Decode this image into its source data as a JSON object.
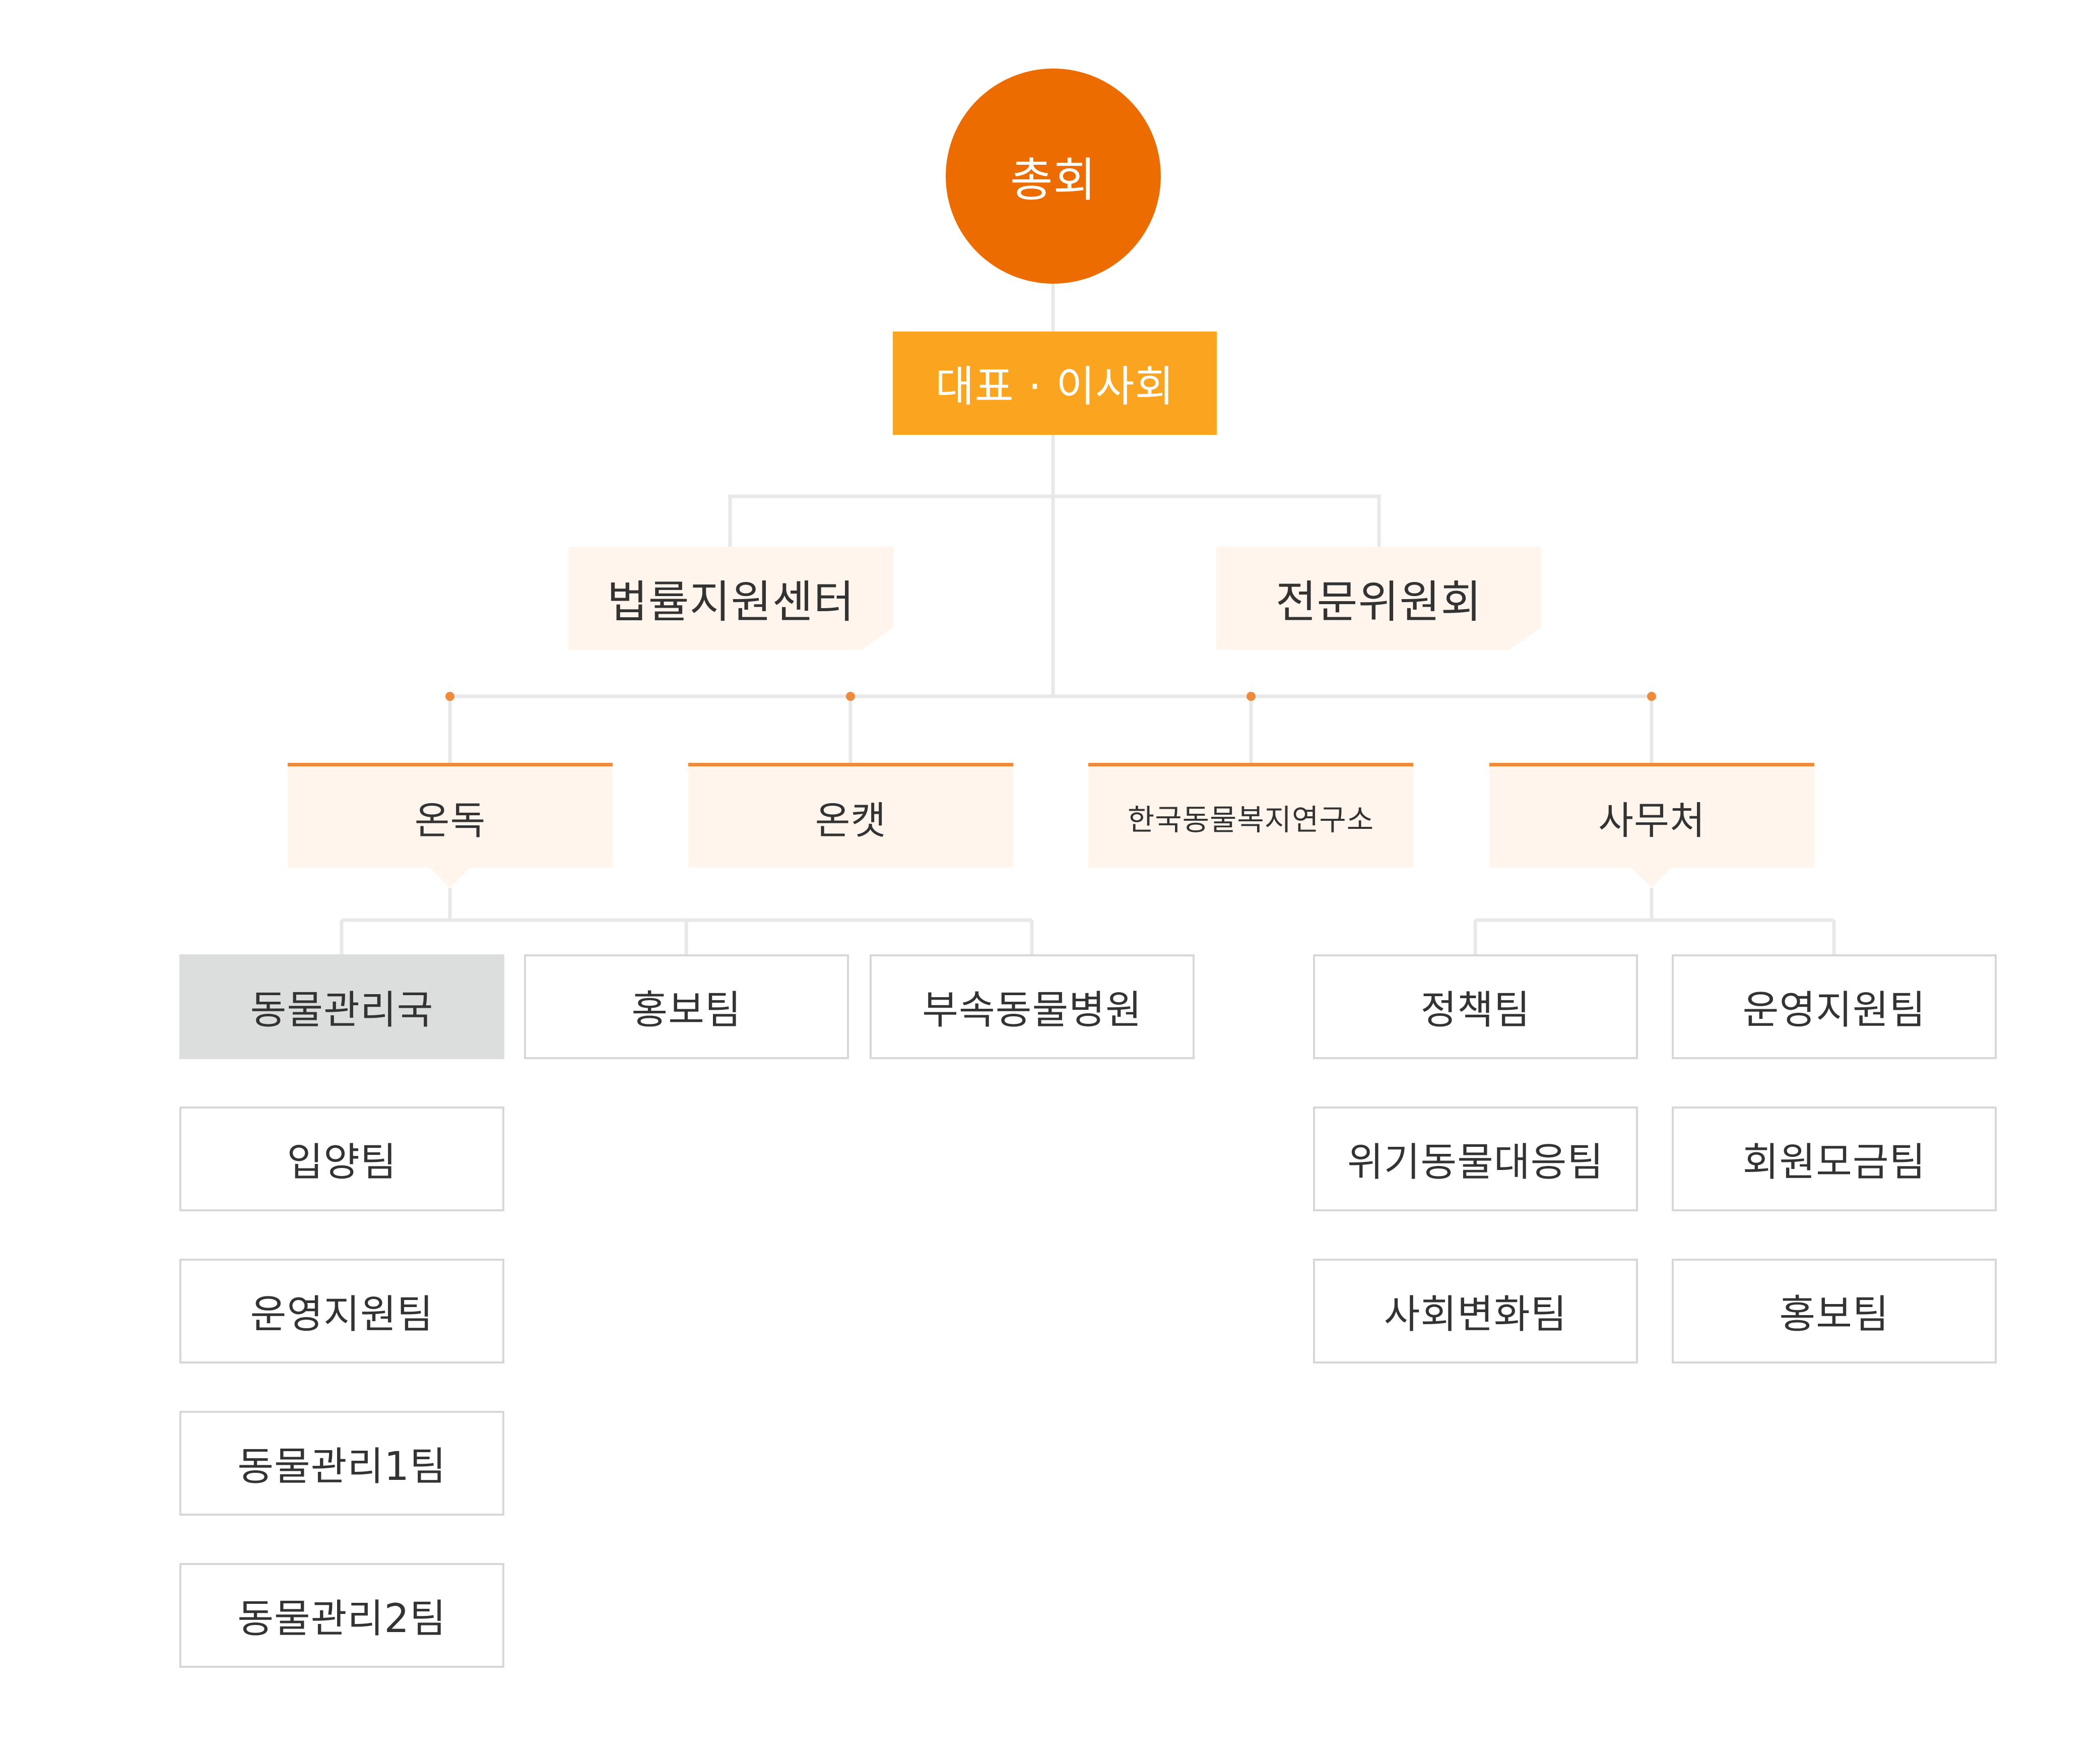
{
  "colors": {
    "root_fill": "#ec6c00",
    "board_fill": "#fba41f",
    "aux_fill": "#fff5ec",
    "division_fill": "#fff5ec",
    "division_accent": "#ee8a3a",
    "line": "#e8e8e8",
    "team_border": "#d7d7d7",
    "team_highlight": "#dcdddd"
  },
  "root": {
    "label": "총회"
  },
  "board": {
    "label": "대표 · 이사회"
  },
  "aux": [
    {
      "label": "법률지원센터"
    },
    {
      "label": "전문위원회"
    }
  ],
  "divisions": [
    {
      "label": "온독"
    },
    {
      "label": "온캣"
    },
    {
      "label": "한국동물복지연구소"
    },
    {
      "label": "사무처"
    }
  ],
  "ondok_teams": [
    {
      "label": "동물관리국",
      "highlighted": true
    },
    {
      "label": "홍보팀"
    },
    {
      "label": "부속동물병원"
    },
    {
      "label": "입양팀"
    },
    {
      "label": "운영지원팀"
    },
    {
      "label": "동물관리1팀"
    },
    {
      "label": "동물관리2팀"
    }
  ],
  "secretariat_teams": [
    {
      "label": "정책팀"
    },
    {
      "label": "운영지원팀"
    },
    {
      "label": "위기동물대응팀"
    },
    {
      "label": "회원모금팀"
    },
    {
      "label": "사회변화팀"
    },
    {
      "label": "홍보팀"
    }
  ]
}
